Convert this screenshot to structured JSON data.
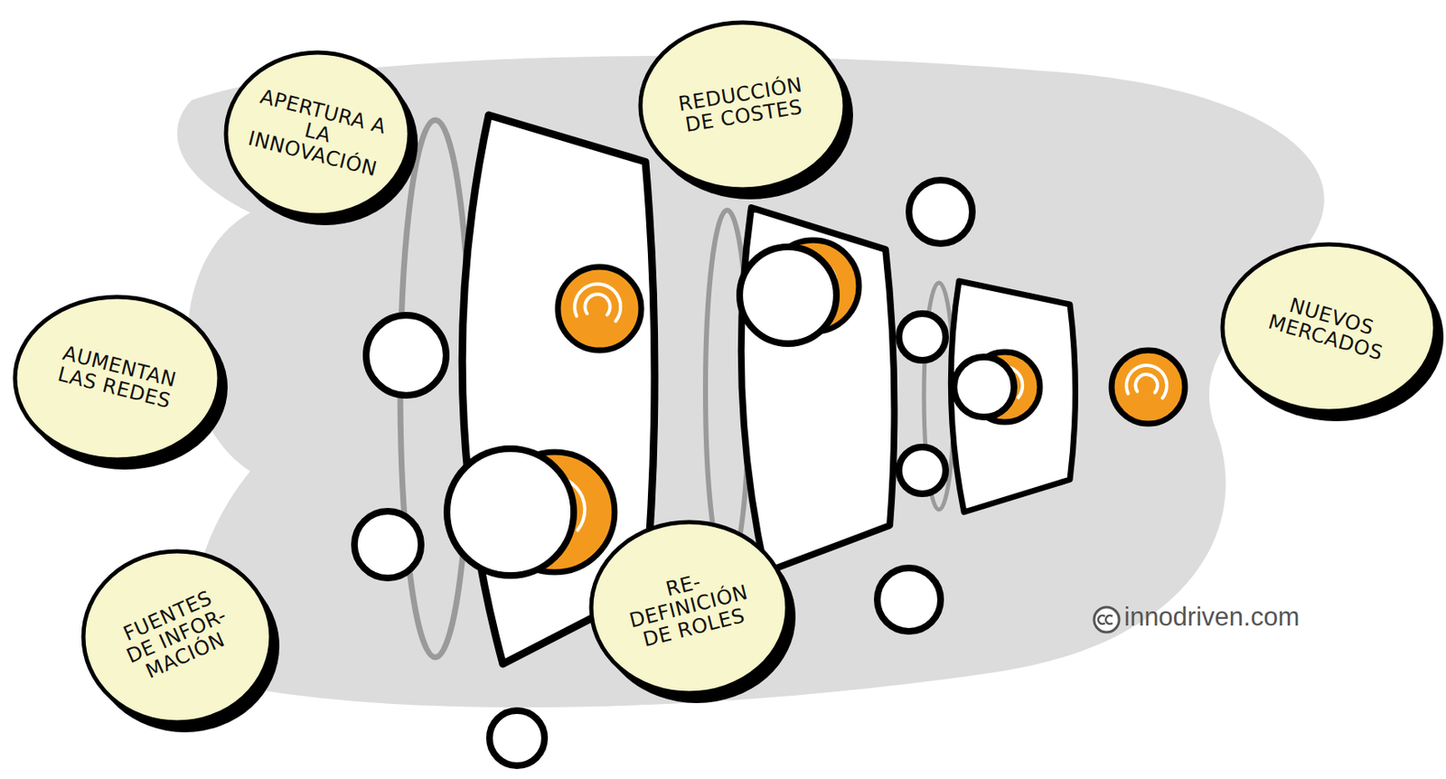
{
  "diagram": {
    "nodes": [
      {
        "text": [
          "APERTURA A LA INNOVACIÓN"
        ]
      },
      {
        "text": [
          "REDUCCIÓN DE COSTES"
        ]
      },
      {
        "text": [
          "AUMENTAN LAS REDES"
        ]
      },
      {
        "text": [
          "NUEVOS MERCADOS"
        ]
      },
      {
        "text": [
          "FUENTES DE INFOR- MACIÓN"
        ]
      },
      {
        "text": [
          "RE- DEFINICIÓN DE ROLES"
        ]
      }
    ],
    "labels": [
      "innodriven.com"
    ]
  }
}
